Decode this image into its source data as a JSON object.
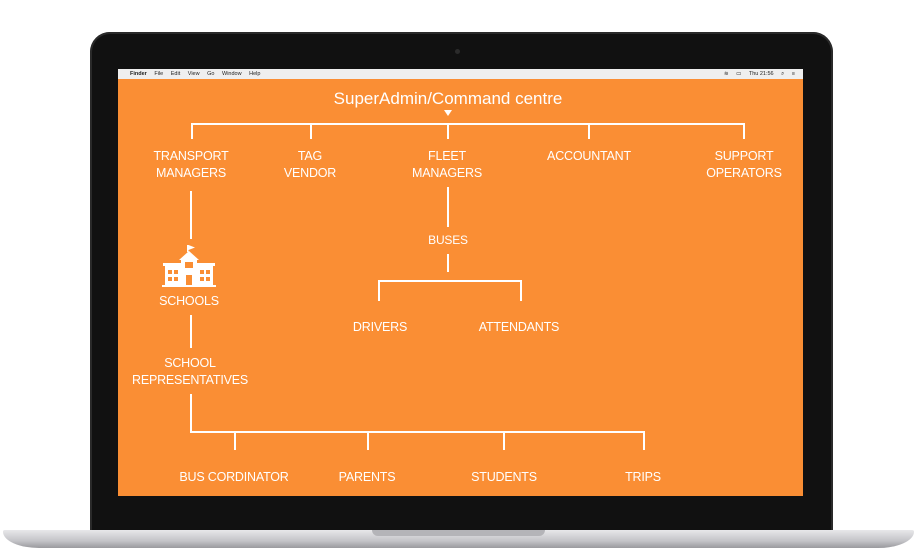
{
  "menubar": {
    "apple": "",
    "app": "Finder",
    "items": [
      "File",
      "Edit",
      "View",
      "Go",
      "Window",
      "Help"
    ],
    "clock": "Thu 21:56"
  },
  "diagram": {
    "root": "SuperAdmin/Command centre",
    "level1": {
      "transport": [
        "TRANSPORT",
        "MANAGERS"
      ],
      "tag": [
        "TAG",
        "VENDOR"
      ],
      "fleet": [
        "FLEET",
        "MANAGERS"
      ],
      "accountant": "ACCOUNTANT",
      "support": [
        "SUPPORT",
        "OPERATORS"
      ]
    },
    "buses": "BUSES",
    "drivers": "DRIVERS",
    "attendants": "ATTENDANTS",
    "schools": "SCHOOLS",
    "school_reps": [
      "SCHOOL",
      "REPRESENTATIVES"
    ],
    "bottom": {
      "bus_coordinator": "BUS CORDINATOR",
      "parents": "PARENTS",
      "students": "STUDENTS",
      "trips": "TRIPS"
    }
  },
  "colors": {
    "screen_bg": "#fa8e34",
    "line": "#ffffff",
    "text": "#ffffff"
  }
}
